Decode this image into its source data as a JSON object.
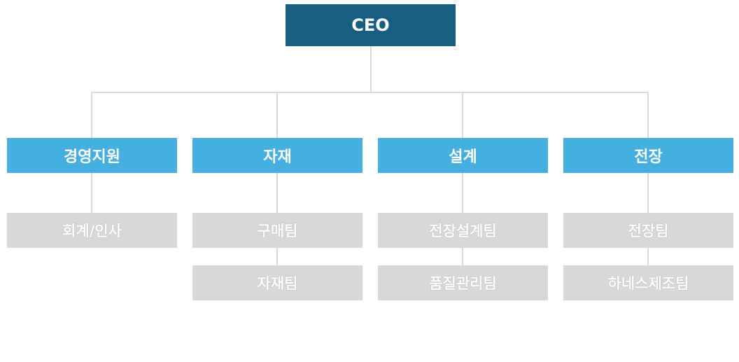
{
  "colors": {
    "ceo_fill": "#175e80",
    "department_fill": "#45afe0",
    "team_fill": "#d8d8d8",
    "connector": "#d9d9d9",
    "text": "#ffffff"
  },
  "ceo": {
    "label": "CEO"
  },
  "departments": [
    {
      "label": "경영지원",
      "teams": [
        "회계/인사"
      ]
    },
    {
      "label": "자재",
      "teams": [
        "구매팀",
        "자재팀"
      ]
    },
    {
      "label": "설계",
      "teams": [
        "전장설계팀",
        "품질관리팀"
      ]
    },
    {
      "label": "전장",
      "teams": [
        "전장팀",
        "하네스제조팀"
      ]
    }
  ]
}
